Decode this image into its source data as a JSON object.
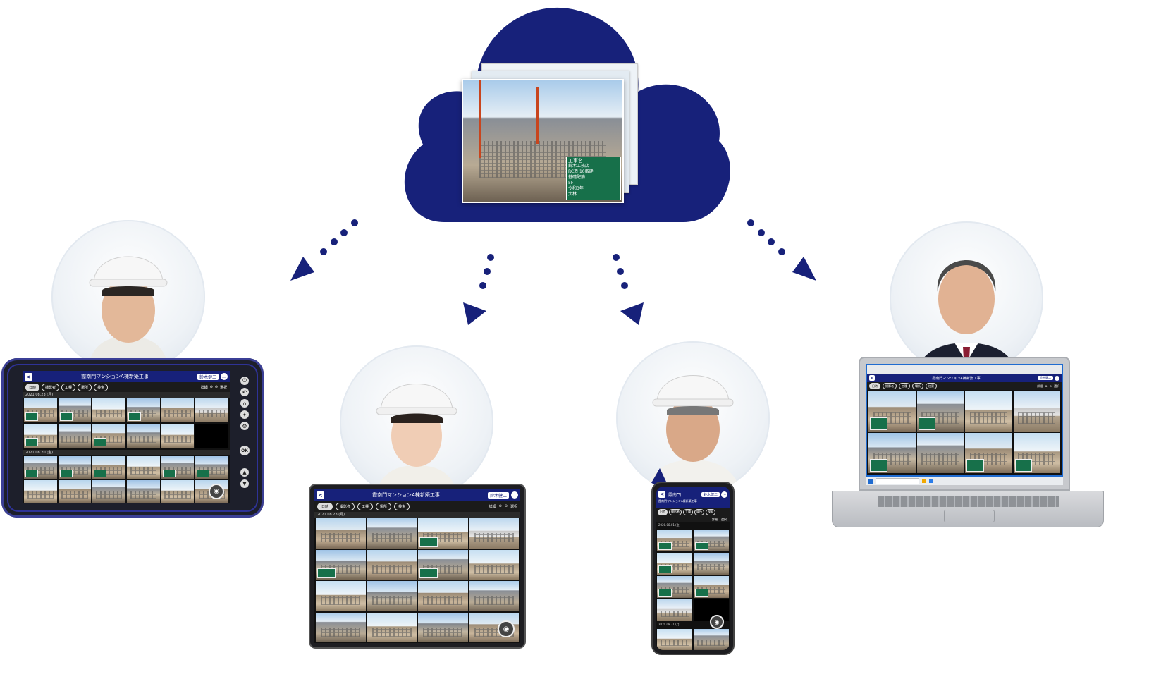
{
  "cloud": {
    "color": "#17217a",
    "photo_board": {
      "label": "工事名",
      "rows": [
        "鈴木工務店",
        "RC造 10階建",
        "基礎配筋",
        "5F",
        "令和3年",
        "大林"
      ]
    }
  },
  "arrow_color": "#17217a",
  "rugged_tablet": {
    "title": "霞南門マンションA棟新築工事",
    "user": "鈴木健二",
    "filters": [
      "日時",
      "撮影者",
      "工種",
      "場所",
      "検索"
    ],
    "right_actions": [
      "詳細",
      "選択"
    ],
    "groups": [
      {
        "date": "2021.08.23 (月)"
      },
      {
        "date": "2021.08.20 (金)"
      }
    ],
    "side_buttons": [
      "power-icon",
      "undo-icon",
      "home-icon",
      "light-icon",
      "gear-icon",
      "ok-icon",
      "up-icon",
      "down-icon"
    ],
    "ok_label": "OK"
  },
  "tablet": {
    "title": "霞南門マンションA棟新築工事",
    "user": "鈴木健二",
    "filters": [
      "日時",
      "撮影者",
      "工種",
      "場所",
      "検索"
    ],
    "right_actions": [
      "詳細",
      "選択"
    ],
    "groups": [
      {
        "date": "2021.08.23 (月)"
      }
    ]
  },
  "phone": {
    "title": "霞南門",
    "subtitle": "霞南門マンションA棟新築工事",
    "user": "鈴木健二",
    "filters": [
      "日時",
      "撮影者",
      "工種",
      "場所",
      "検索"
    ],
    "right_actions": [
      "詳細",
      "選択"
    ],
    "groups": [
      {
        "date": "2020.08.01 (金)"
      },
      {
        "date": "2020.08.31 (月)"
      }
    ]
  },
  "laptop": {
    "title": "霞南門マンションA棟新築工事",
    "user": "鈴木健二",
    "filters": [
      "日時",
      "撮影者",
      "工種",
      "場所",
      "検索"
    ],
    "right_actions": [
      "詳細",
      "選択"
    ]
  }
}
